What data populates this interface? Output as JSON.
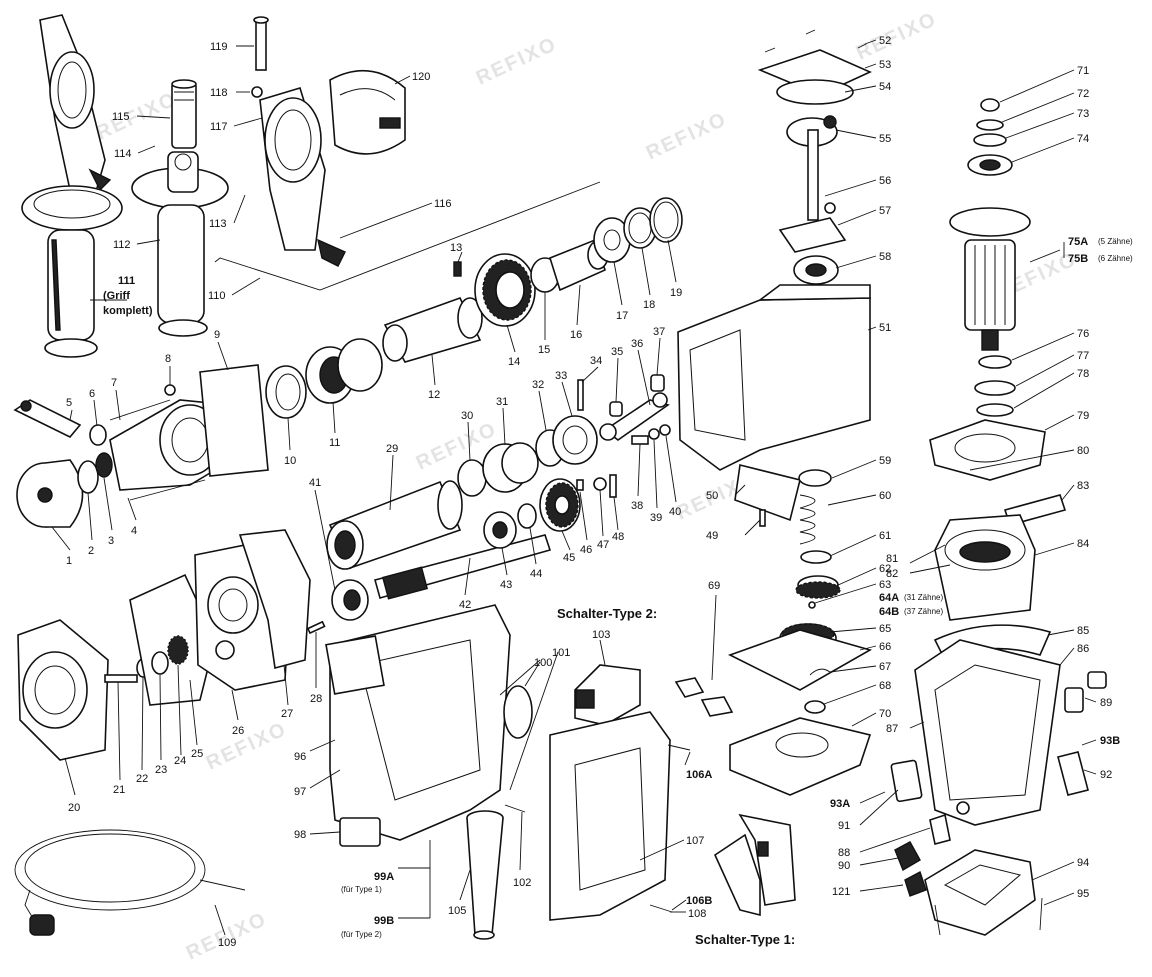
{
  "watermark": "REFIXO",
  "titles": {
    "switch_type_2": "Schalter-Type 2:",
    "switch_type_1": "Schalter-Type 1:"
  },
  "labels": {
    "p1": "1",
    "p2": "2",
    "p3": "3",
    "p4": "4",
    "p5": "5",
    "p6": "6",
    "p7": "7",
    "p8": "8",
    "p9": "9",
    "p10": "10",
    "p11": "11",
    "p12": "12",
    "p13": "13",
    "p14": "14",
    "p15": "15",
    "p16": "16",
    "p17": "17",
    "p18": "18",
    "p19": "19",
    "p20": "20",
    "p21": "21",
    "p22": "22",
    "p23": "23",
    "p24": "24",
    "p25": "25",
    "p26": "26",
    "p27": "27",
    "p28": "28",
    "p29": "29",
    "p30": "30",
    "p31": "31",
    "p32": "32",
    "p33": "33",
    "p34": "34",
    "p35": "35",
    "p36": "36",
    "p37": "37",
    "p38": "38",
    "p39": "39",
    "p40": "40",
    "p41": "41",
    "p42": "42",
    "p43": "43",
    "p44": "44",
    "p45": "45",
    "p46": "46",
    "p47": "47",
    "p48": "48",
    "p49": "49",
    "p50": "50",
    "p51": "51",
    "p52": "52",
    "p53": "53",
    "p54": "54",
    "p55": "55",
    "p56": "56",
    "p57": "57",
    "p58": "58",
    "p59": "59",
    "p60": "60",
    "p61": "61",
    "p62": "62",
    "p63": "63",
    "p64a": "64A",
    "p64a_note": "(31 Zähne)",
    "p64b": "64B",
    "p64b_note": "(37 Zähne)",
    "p65": "65",
    "p66": "66",
    "p67": "67",
    "p68": "68",
    "p69": "69",
    "p70": "70",
    "p71": "71",
    "p72": "72",
    "p73": "73",
    "p74": "74",
    "p75a": "75A",
    "p75a_note": "(5 Zähne)",
    "p75b": "75B",
    "p75b_note": "(6 Zähne)",
    "p76": "76",
    "p77": "77",
    "p78": "78",
    "p79": "79",
    "p80": "80",
    "p81": "81",
    "p82": "82",
    "p83": "83",
    "p84": "84",
    "p85": "85",
    "p86": "86",
    "p87": "87",
    "p88": "88",
    "p89": "89",
    "p90": "90",
    "p91": "91",
    "p92": "92",
    "p93a": "93A",
    "p93b": "93B",
    "p94": "94",
    "p95": "95",
    "p96": "96",
    "p97": "97",
    "p98": "98",
    "p99a": "99A",
    "p99a_note": "(für Type 1)",
    "p99b": "99B",
    "p99b_note": "(für Type 2)",
    "p100": "100",
    "p101": "101",
    "p102": "102",
    "p103": "103",
    "p105": "105",
    "p106a": "106A",
    "p106b": "106B",
    "p107": "107",
    "p108": "108",
    "p109": "109",
    "p110": "110",
    "p111": "111",
    "p111_note1": "(Griff",
    "p111_note2": "komplett)",
    "p112": "112",
    "p113": "113",
    "p114": "114",
    "p115": "115",
    "p116": "116",
    "p117": "117",
    "p118": "118",
    "p119": "119",
    "p120": "120",
    "p121": "121"
  }
}
